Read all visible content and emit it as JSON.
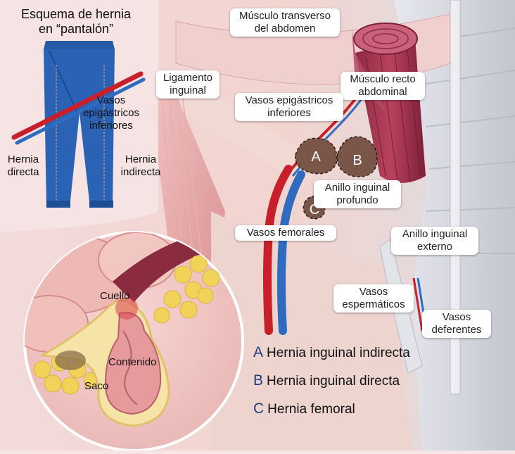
{
  "inset": {
    "title_line1": "Esquema de hernia",
    "title_line2": "en “pantalón”",
    "vessels_line1": "Vasos",
    "vessels_line2": "epigástricos",
    "vessels_line3": "inferiores",
    "left_line1": "Hernia",
    "left_line2": "directa",
    "right_line1": "Hernia",
    "right_line2": "indirecta"
  },
  "labels": {
    "transverso_line1": "Músculo transverso",
    "transverso_line2": "del abdomen",
    "ligamento_line1": "Ligamento",
    "ligamento_line2": "inguinal",
    "recto_line1": "Músculo recto",
    "recto_line2": "abdominal",
    "epigastricos_line1": "Vasos epigástricos",
    "epigastricos_line2": "inferiores",
    "anillo_prof_line1": "Anillo inguinal",
    "anillo_prof_line2": "profundo",
    "femorales": "Vasos femorales",
    "anillo_ext_line1": "Anillo inguinal",
    "anillo_ext_line2": "externo",
    "espermaticos_line1": "Vasos",
    "espermaticos_line2": "espermáticos",
    "deferentes_line1": "Vasos",
    "deferentes_line2": "deferentes"
  },
  "zones": {
    "a": "A",
    "b": "B",
    "c": "C"
  },
  "circle": {
    "cuello": "Cuello",
    "contenido": "Contenido",
    "saco": "Saco"
  },
  "legend": [
    {
      "letter": "A",
      "text": "Hernia inguinal indirecta"
    },
    {
      "letter": "B",
      "text": "Hernia inguinal directa"
    },
    {
      "letter": "C",
      "text": "Hernia femoral"
    }
  ],
  "colors": {
    "background": "#f6e6e6",
    "jeans": "#2a63b5",
    "artery": "#c8202a",
    "vein": "#2f6cc0",
    "muscle": "#a8364f",
    "legend_letter": "#1f3d7a"
  }
}
